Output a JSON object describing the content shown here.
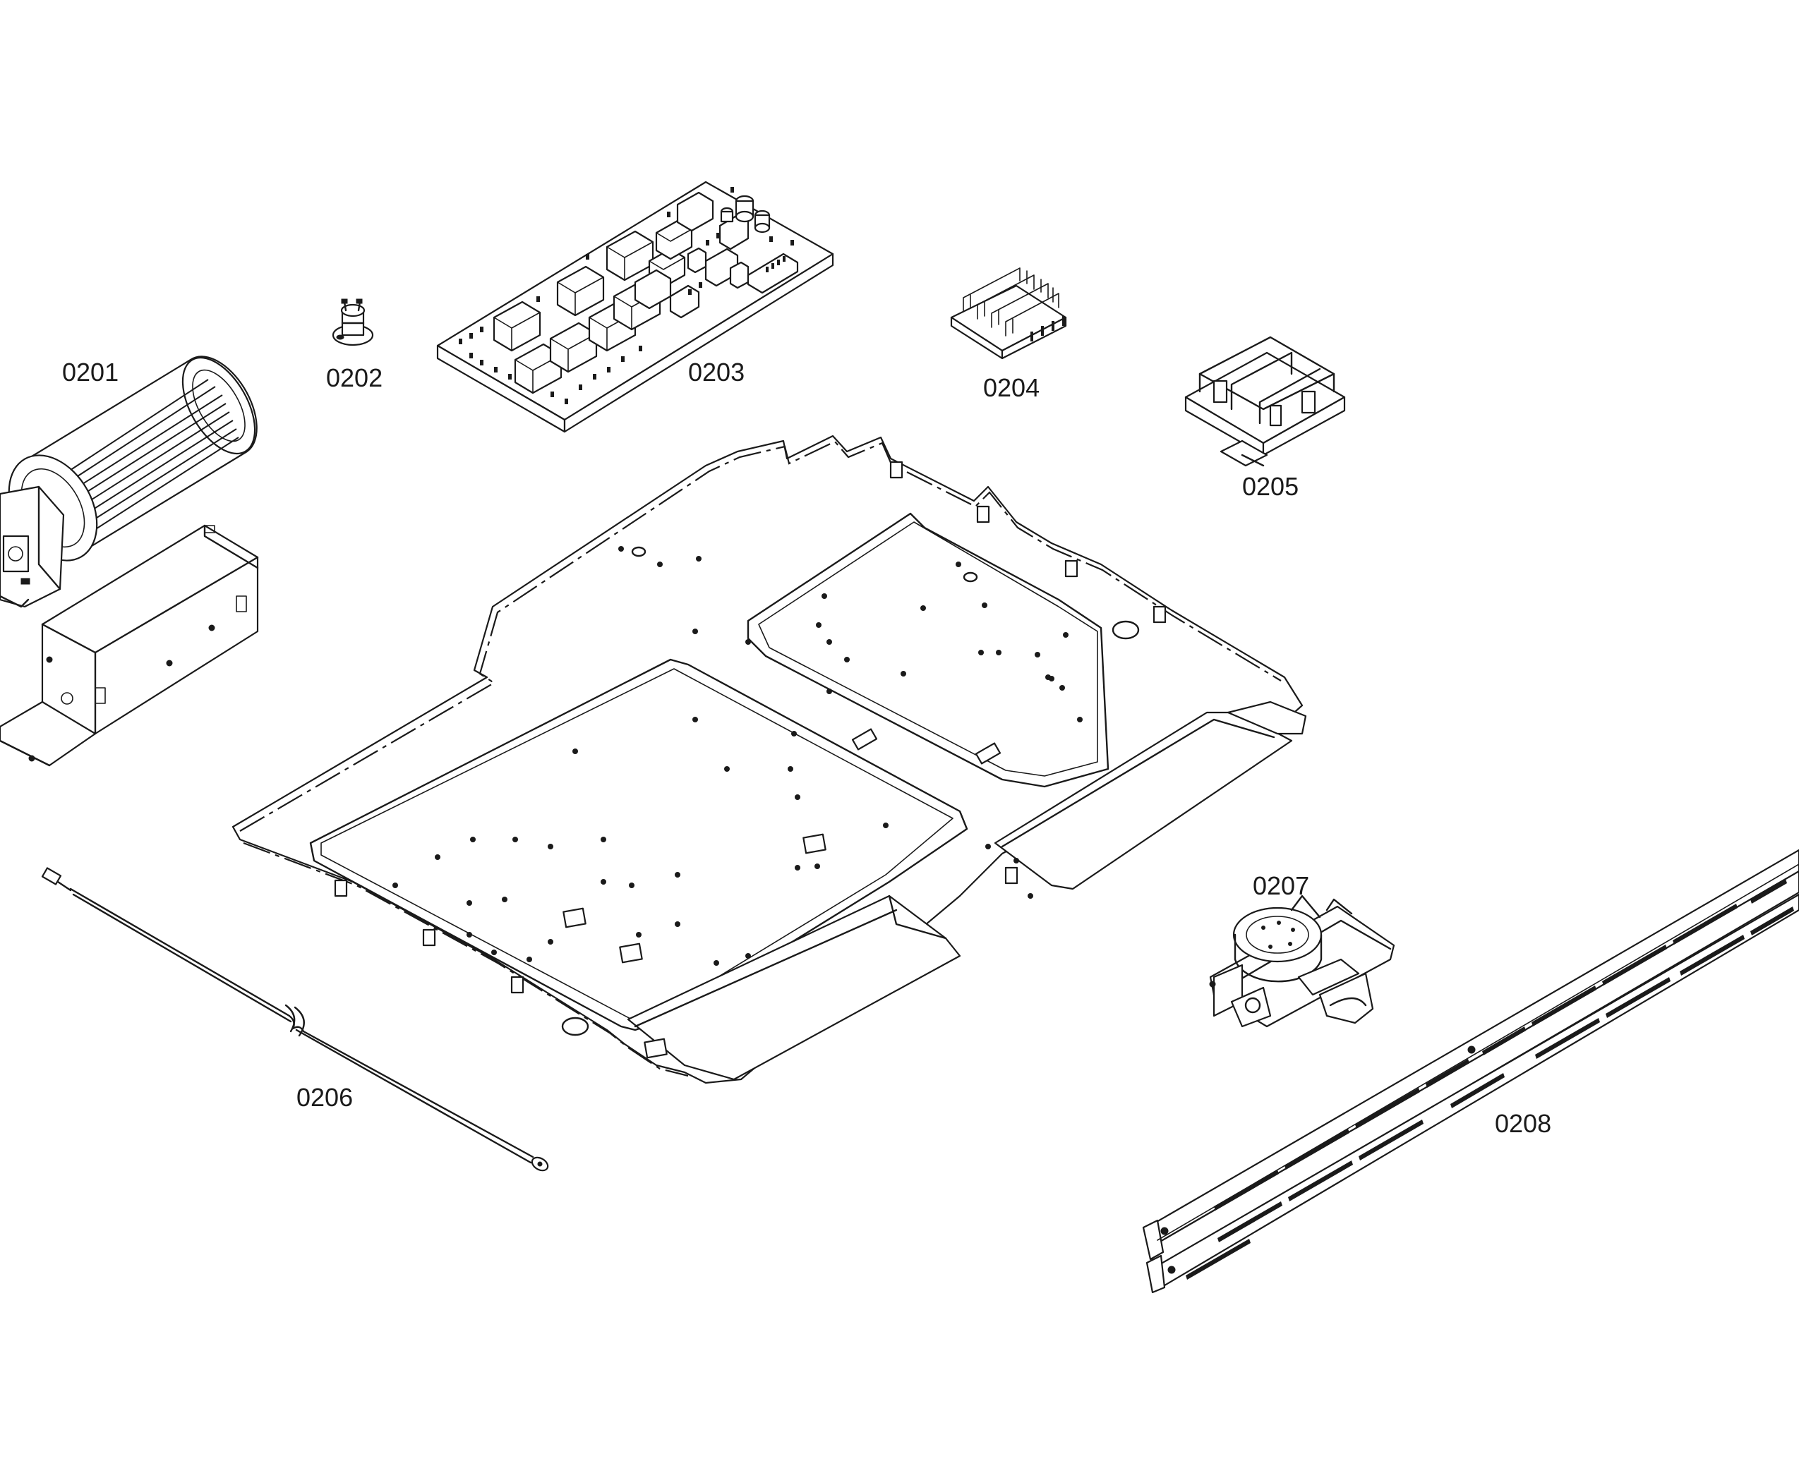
{
  "diagram": {
    "colors": {
      "ink": "#1a1a1a",
      "background": "#ffffff"
    },
    "parts": [
      {
        "id": "0201",
        "label": "0201"
      },
      {
        "id": "0202",
        "label": "0202"
      },
      {
        "id": "0203",
        "label": "0203"
      },
      {
        "id": "0204",
        "label": "0204"
      },
      {
        "id": "0205",
        "label": "0205"
      },
      {
        "id": "0206",
        "label": "0206"
      },
      {
        "id": "0207",
        "label": "0207"
      },
      {
        "id": "0208",
        "label": "0208"
      }
    ]
  }
}
